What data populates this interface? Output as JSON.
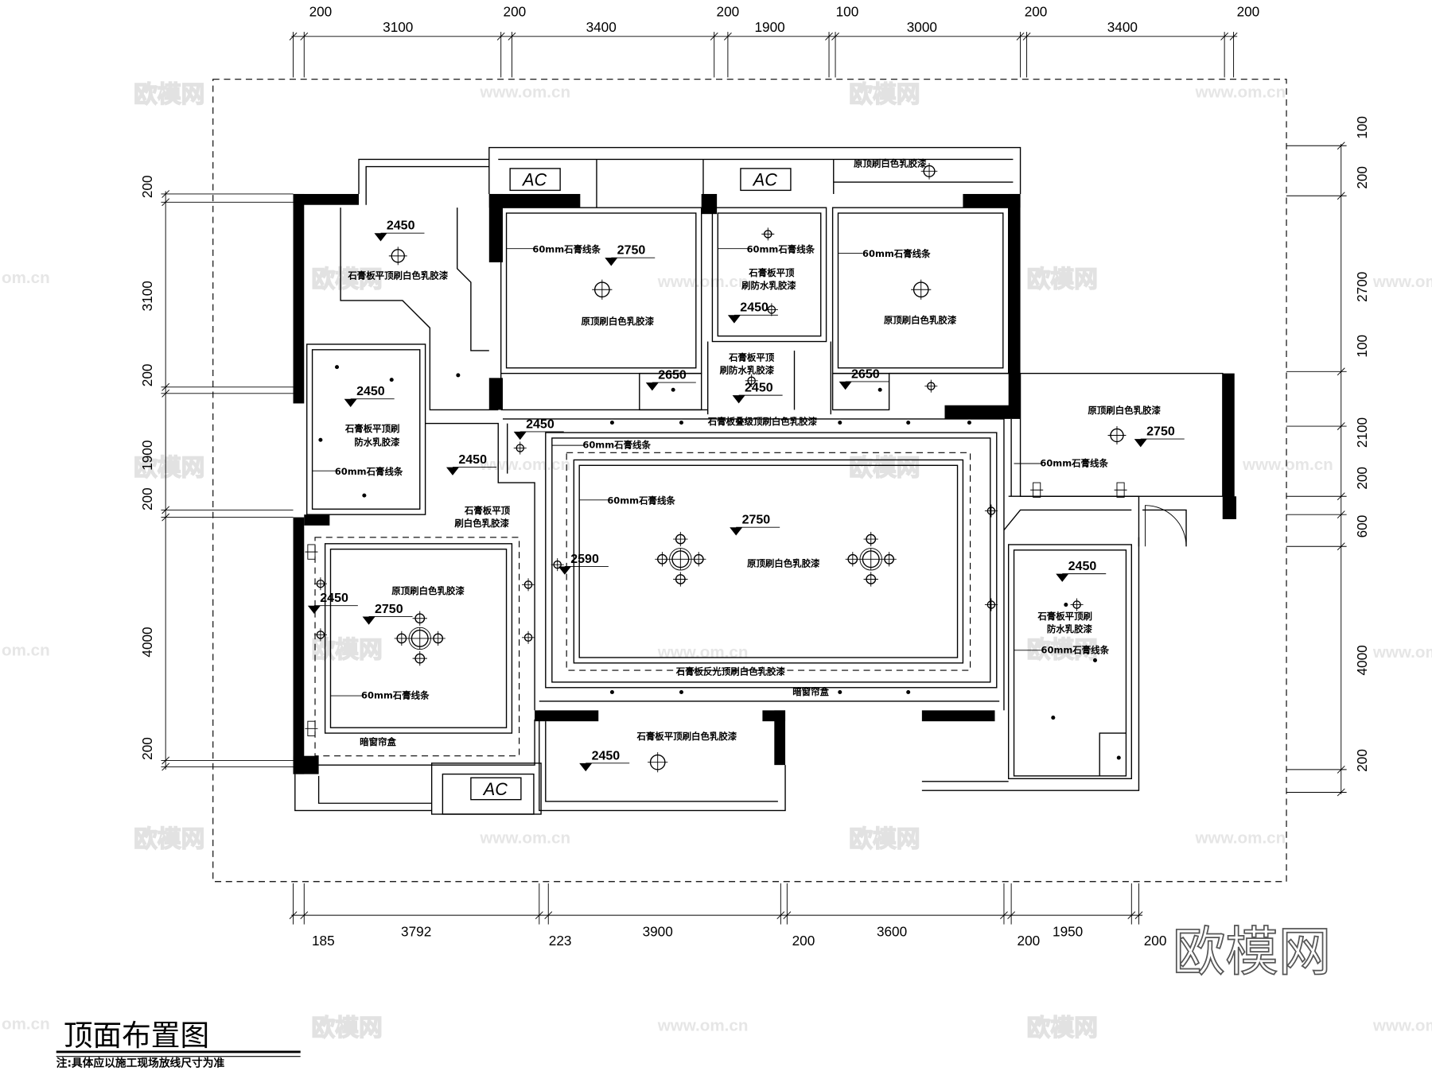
{
  "drawing": {
    "title": "顶面布置图",
    "note": "注:具体应以施工现场放线尺寸为准",
    "logo": "欧模网",
    "watermark_text": "欧模网",
    "watermark_url": "www.om.cn",
    "watermark_url_short": "om.cn",
    "ac_label": "AC"
  },
  "dimensions": {
    "top": [
      "200",
      "3100",
      "200",
      "3400",
      "200",
      "1900",
      "100",
      "3000",
      "200",
      "3400",
      "200"
    ],
    "bottom": [
      "185",
      "3792",
      "223",
      "3900",
      "200",
      "3600",
      "200",
      "1950",
      "200"
    ],
    "left": [
      "200",
      "3100",
      "200",
      "1900",
      "200",
      "4000",
      "200"
    ],
    "right": [
      "100",
      "200",
      "2700",
      "100",
      "2100",
      "200",
      "600",
      "4000",
      "200"
    ]
  },
  "labels": [
    "石膏板平顶刷白色乳胶漆",
    "原顶刷白色乳胶漆",
    "60mm石膏线条",
    "60mm石膏线条",
    "石膏板平顶",
    "刷防水乳胶漆",
    "60mm石膏线条",
    "原顶刷白色乳胶漆",
    "原顶刷白色乳胶漆",
    "石膏板平顶",
    "刷防水乳胶漆",
    "石膏板叠级顶刷白色乳胶漆",
    "石膏板平顶刷",
    "防水乳胶漆",
    "60mm石膏线条",
    "60mm石膏线条",
    "石膏板平顶",
    "刷白色乳胶漆",
    "60mm石膏线条",
    "原顶刷白色乳胶漆",
    "原顶刷白色乳胶漆",
    "60mm石膏线条",
    "原顶刷白色乳胶漆",
    "60mm石膏线条",
    "暗窗帘盒",
    "石膏板反光顶刷白色乳胶漆",
    "暗窗帘盒",
    "石膏板平顶刷白色乳胶漆",
    "石膏板平顶刷",
    "防水乳胶漆",
    "60mm石膏线条"
  ],
  "elevations": [
    "2450",
    "2750",
    "2450",
    "2650",
    "2450",
    "2650",
    "2450",
    "2450",
    "2450",
    "2750",
    "2750",
    "2590",
    "2450",
    "2450",
    "2750",
    "2450"
  ]
}
